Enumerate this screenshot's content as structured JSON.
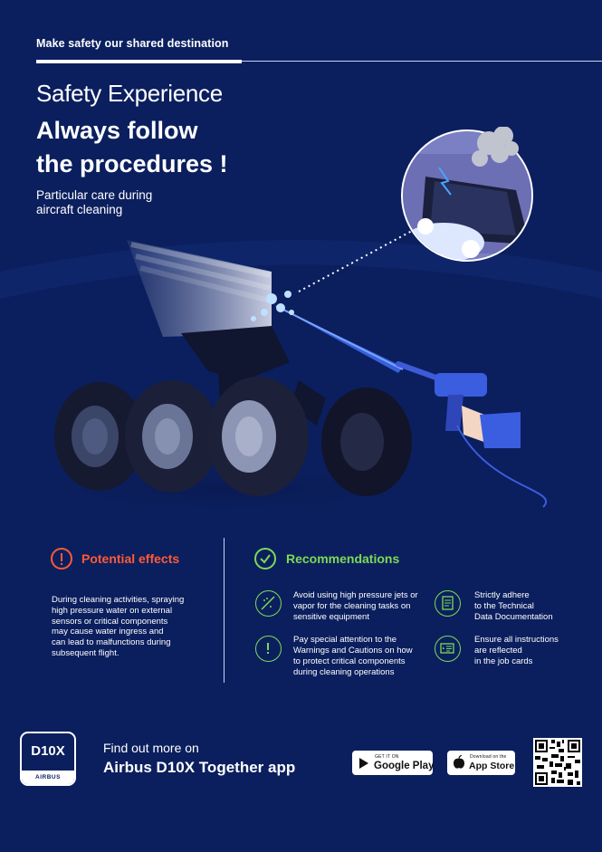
{
  "header": {
    "tagline": "Make safety our shared destination",
    "kicker": "Safety Experience",
    "headline_line1": "Always follow",
    "headline_line2": "the procedures !",
    "subtitle_line1": "Particular care during",
    "subtitle_line2": "aircraft cleaning"
  },
  "potential_effects": {
    "title": "Potential effects",
    "icon": "exclamation-circle-icon",
    "lines": [
      "During cleaning activities, spraying",
      "high pressure water on external",
      "sensors or critical components",
      "may cause water ingress and",
      "can lead to malfunctions during",
      "subsequent flight."
    ]
  },
  "recommendations": {
    "title": "Recommendations",
    "icon": "checkmark-circle-icon",
    "items": [
      {
        "icon": "no-spray-icon",
        "lines": [
          "Avoid using high pressure jets or",
          "vapor for the cleaning tasks on",
          "sensitive equipment"
        ]
      },
      {
        "icon": "document-icon",
        "lines": [
          "Strictly adhere",
          "to the Technical",
          "Data Documentation"
        ]
      },
      {
        "icon": "exclamation-circle-icon",
        "lines": [
          "Pay special attention to the",
          "Warnings and Cautions on how",
          "to protect critical components",
          "during cleaning operations"
        ]
      },
      {
        "icon": "job-card-icon",
        "lines": [
          "Ensure all instructions",
          "are reflected",
          "in the job cards"
        ]
      }
    ]
  },
  "footer": {
    "logo_title": "D10X",
    "logo_brand": "AIRBUS",
    "find_out": "Find out more on",
    "app_name": "Airbus D10X Together app",
    "google_small": "GET IT ON",
    "google_big": "Google Play",
    "apple_small": "Download on the",
    "apple_big": "App Store"
  },
  "colors": {
    "background": "#0b1f5e",
    "accent_red": "#ff5a36",
    "accent_green": "#7ed957"
  }
}
